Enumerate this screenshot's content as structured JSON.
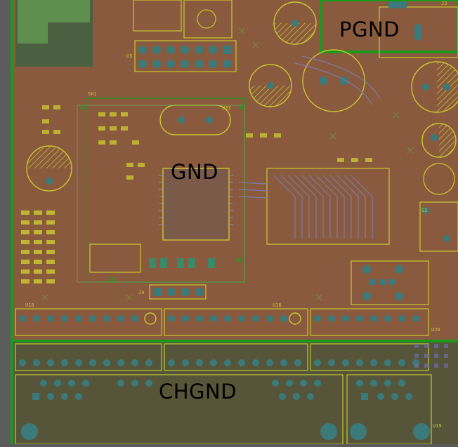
{
  "regions": {
    "pgnd_label": "PGND",
    "gnd_label": "GND",
    "chgnd_label": "CHGND"
  },
  "silkscreen": {
    "u18": "U18",
    "u16": "U16",
    "u20": "U20",
    "j4": "J4",
    "u33": "U33",
    "j3": "J3",
    "s2": "S2",
    "u5": "U5",
    "sh1": "SH1",
    "u19": "U19"
  },
  "colors": {
    "board": "#8a5a3e",
    "plane_outline": "#1a9a1a",
    "silk": "#c8c830",
    "copper_pad": "#3a7a7a",
    "trace": "#7a7aaa",
    "chassis_area": "#4f4f36"
  }
}
